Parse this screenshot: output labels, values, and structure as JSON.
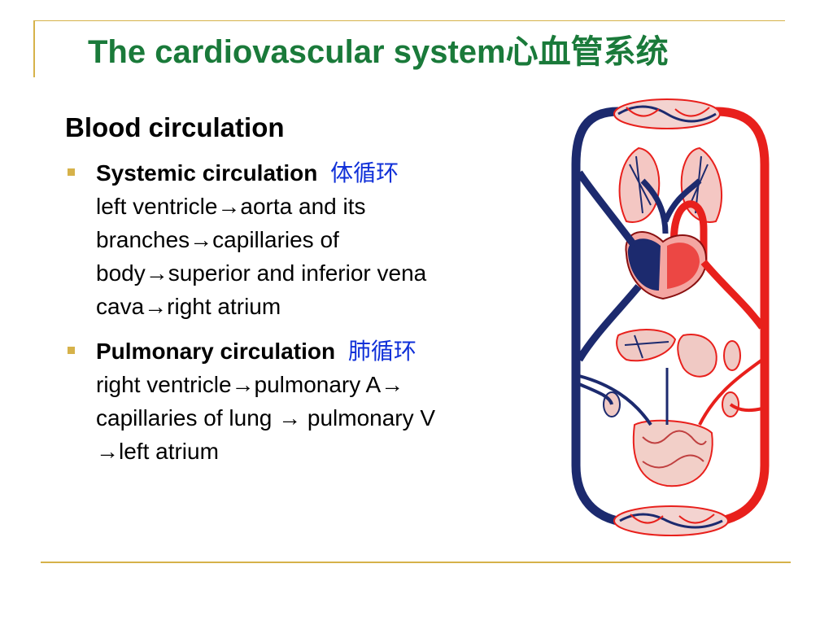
{
  "slide": {
    "title": "The cardiovascular system心血管系统",
    "section_heading": "Blood circulation",
    "bullets": [
      {
        "title": "Systemic circulation",
        "chinese": "体循环",
        "lines": [
          "left ventricle→aorta and its",
          "branches→capillaries of",
          "body→superior and inferior vena",
          "cava→right atrium"
        ]
      },
      {
        "title": "Pulmonary circulation",
        "chinese": "肺循环",
        "lines": [
          "right ventricle→pulmonary A→",
          "capillaries of lung → pulmonary V",
          "→left atrium"
        ]
      }
    ]
  },
  "colors": {
    "title_green": "#1a7a3a",
    "chinese_blue": "#1030d8",
    "accent_gold": "#d6b24a",
    "artery_red": "#e8201c",
    "vein_blue": "#1c2a6e"
  },
  "diagram": {
    "icon": "circulatory-system-illustration"
  }
}
